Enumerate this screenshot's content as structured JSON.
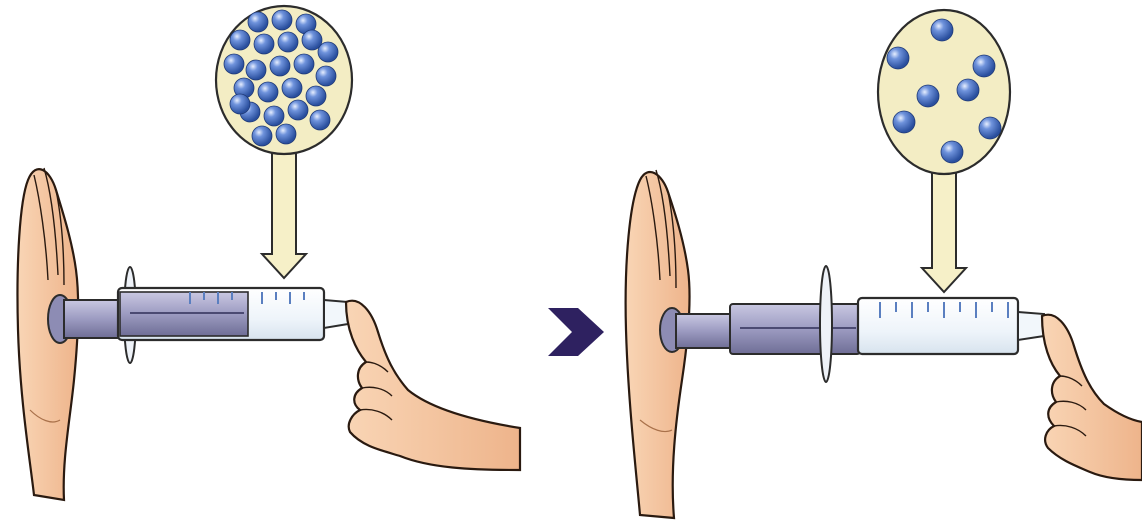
{
  "figure": {
    "panels": [
      {
        "id": "left",
        "state": "compressed",
        "molecule_count": 24,
        "plunger": "pushed-in"
      },
      {
        "id": "right",
        "state": "expanded",
        "molecule_count": 8,
        "plunger": "pulled-out"
      }
    ],
    "transition": "arrow-right"
  },
  "colors": {
    "background": "#ffffff",
    "skin": "#f6c9a4",
    "skin_outline": "#2a1a10",
    "bubble_fill": "#f3edc4",
    "molecule": "#3a63b8",
    "molecule_highlight": "#e6eeff",
    "barrel": "#f2f7fb",
    "barrel_outline": "#2c2c2c",
    "plunger": "#9c9bc1",
    "plunger_dark": "#6f6e96",
    "pointer_arrow": "#f6f0c8",
    "transition_arrow": "#2e2160",
    "scale_marks": "#5a7fc0"
  },
  "icons": [
    "hand-icon",
    "syringe-icon",
    "magnifier-bubble-icon",
    "molecule-icon",
    "arrow-icon"
  ]
}
